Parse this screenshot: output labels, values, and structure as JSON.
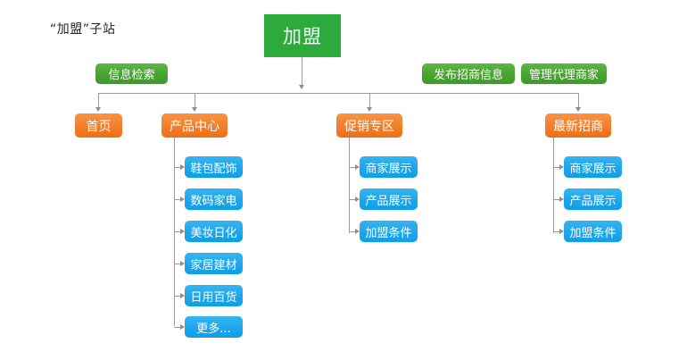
{
  "diagram": {
    "title": "“加盟”子站",
    "colors": {
      "root": "#2caa3c",
      "pill": "#48a52f",
      "branch": "#f4812f",
      "leaf": "#1fa7ec",
      "connector": "#9a9a9a",
      "background": "#ffffff"
    },
    "root": {
      "label": "加盟"
    },
    "pills": [
      {
        "label": "信息检索"
      },
      {
        "label": "发布招商信息"
      },
      {
        "label": "管理代理商家"
      }
    ],
    "branches": [
      {
        "label": "首页",
        "children": []
      },
      {
        "label": "产品中心",
        "children": [
          {
            "label": "鞋包配饰"
          },
          {
            "label": "数码家电"
          },
          {
            "label": "美妆日化"
          },
          {
            "label": "家居建材"
          },
          {
            "label": "日用百货"
          },
          {
            "label": "更多..."
          }
        ]
      },
      {
        "label": "促销专区",
        "children": [
          {
            "label": "商家展示"
          },
          {
            "label": "产品展示"
          },
          {
            "label": "加盟条件"
          }
        ]
      },
      {
        "label": "最新招商",
        "children": [
          {
            "label": "商家展示"
          },
          {
            "label": "产品展示"
          },
          {
            "label": "加盟条件"
          }
        ]
      }
    ]
  }
}
